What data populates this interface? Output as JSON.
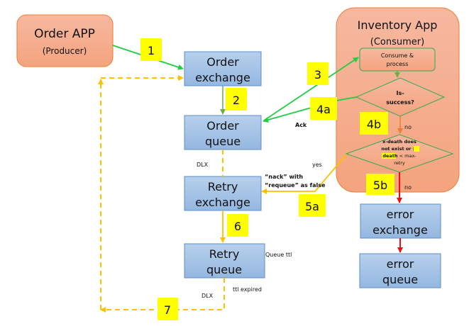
{
  "producer": {
    "title": "Order APP",
    "subtitle": "(Producer)"
  },
  "consumer": {
    "title": "Inventory App",
    "subtitle": "(Consumer)"
  },
  "consume_box": {
    "line1": "Consume &",
    "line2": "process"
  },
  "decision_success": {
    "line1": "Is-",
    "line2": "success?"
  },
  "decision_retry": {
    "line1": "x-death does",
    "line2": "not exist or x-",
    "line3_hl": "death",
    "line3_rest": " < max-",
    "line4": "retry"
  },
  "nodes": {
    "order_exchange": {
      "line1": "Order",
      "line2": "exchange"
    },
    "order_queue": {
      "line1": "Order",
      "line2": "queue"
    },
    "retry_exchange": {
      "line1": "Retry",
      "line2": "exchange"
    },
    "retry_queue": {
      "line1": "Retry",
      "line2": "queue"
    },
    "error_exchange": {
      "line1": "error",
      "line2": "exchange"
    },
    "error_queue": {
      "line1": "error",
      "line2": "queue"
    }
  },
  "steps": {
    "s1": "1",
    "s2": "2",
    "s3": "3",
    "s4a": "4a",
    "s4b": "4b",
    "s5a": "5a",
    "s5b": "5b",
    "s6": "6",
    "s7": "7"
  },
  "labels": {
    "ack": "Ack",
    "no1": "no",
    "no2": "no",
    "yes": "yes",
    "dlx1": "DLX",
    "dlx2": "DLX",
    "nack1": "“nack” with",
    "nack2": "“requeue” as false",
    "queue_ttl": "Queue ttl",
    "ttl_expired": "ttl expired"
  },
  "colors": {
    "queue_fill": "#a9c6e8",
    "queue_stroke": "#5b8fcb",
    "app_fill": "#f4a988",
    "app_stroke": "#ed7d31",
    "step_badge": "#ffff00",
    "green_arrow": "#22cc44",
    "dlx_arrow": "#ffc000",
    "error_arrow": "#ee1111"
  }
}
